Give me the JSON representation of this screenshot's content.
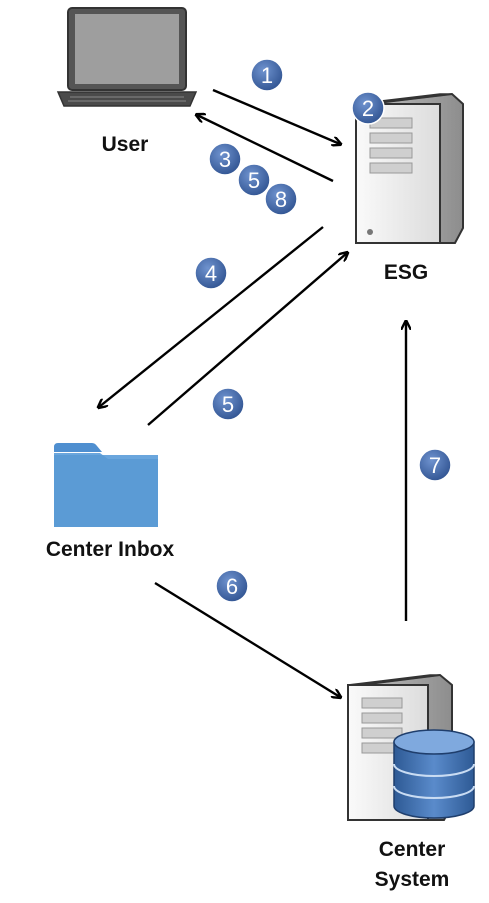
{
  "nodes": {
    "user": {
      "label": "User",
      "icon": "laptop-icon"
    },
    "esg": {
      "label": "ESG",
      "icon": "server-icon"
    },
    "center_inbox": {
      "label": "Center Inbox",
      "icon": "folder-icon"
    },
    "center_system": {
      "label_line1": "Center",
      "label_line2": "System",
      "icon": "server-database-icon"
    }
  },
  "steps": {
    "s1": "1",
    "s2": "2",
    "s3": "3",
    "s5a": "5",
    "s8": "8",
    "s4": "4",
    "s5b": "5",
    "s6": "6",
    "s7": "7"
  },
  "colors": {
    "step_badge": "#3a5e9c",
    "folder": "#5b9bd5",
    "arrow": "#000000",
    "database": "#3d6fa8"
  }
}
